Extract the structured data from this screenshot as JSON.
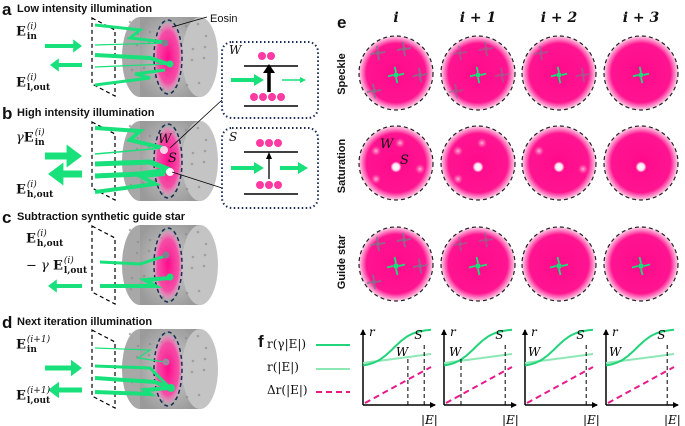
{
  "panels": {
    "a": {
      "letter": "a",
      "title": "Low intensity illumination",
      "in_label": {
        "base": "E",
        "sub": "in",
        "sup": "(i)",
        "prefix": ""
      },
      "out_label": {
        "base": "E",
        "sub": "l,out",
        "sup": "(i)",
        "prefix": ""
      },
      "annotation": "Eosin"
    },
    "b": {
      "letter": "b",
      "title": "High intensity illumination",
      "in_label": {
        "base": "E",
        "sub": "in",
        "sup": "(i)",
        "prefix": "γ"
      },
      "out_label": {
        "base": "E",
        "sub": "h,out",
        "sup": "(i)",
        "prefix": ""
      },
      "markers": [
        "W",
        "S"
      ]
    },
    "c": {
      "letter": "c",
      "title": "Subtraction synthetic guide star",
      "line1": {
        "base": "E",
        "sub": "h,out",
        "sup": "(i)",
        "prefix": ""
      },
      "line2": {
        "base": "E",
        "sub": "l,out",
        "sup": "(i)",
        "prefix": "− γ"
      }
    },
    "d": {
      "letter": "d",
      "title": "Next iteration illumination",
      "in_label": {
        "base": "E",
        "sub": "in",
        "sup": "(i+1)",
        "prefix": ""
      },
      "out_label": {
        "base": "E",
        "sub": "l,out",
        "sup": "(i+1)",
        "prefix": ""
      }
    },
    "inset_w": {
      "label": "W",
      "upper_dots": 2,
      "lower_dots": 4,
      "output_arrow": "thin"
    },
    "inset_s": {
      "label": "S",
      "upper_dots": 3,
      "lower_dots": 3,
      "output_arrow": "thick"
    },
    "e": {
      "letter": "e",
      "columns": [
        "i",
        "i + 1",
        "i + 2",
        "i + 3"
      ],
      "rows": [
        {
          "label": "Speckle",
          "grey_spots_per_col": [
            5,
            4,
            2,
            0
          ]
        },
        {
          "label": "Saturation",
          "weak_spots_per_col": [
            4,
            3,
            2,
            0
          ],
          "markers": [
            "W",
            "S"
          ]
        },
        {
          "label": "Guide star",
          "grey_spots_per_col": [
            4,
            2,
            0,
            0
          ]
        }
      ]
    },
    "f": {
      "letter": "f",
      "legend": [
        {
          "label": "r(γ|E|)",
          "style": "solid",
          "color": "#22d37a"
        },
        {
          "label": "r(|E|)",
          "style": "solid-light",
          "color": "#8ee8b5"
        },
        {
          "label": "Δr(|E|)",
          "style": "dashed",
          "color": "#e8198b"
        }
      ],
      "y_axis_label": "r",
      "x_axis_label": "|E|",
      "marker_w": "W",
      "marker_s": "S",
      "subplots": 4
    }
  },
  "colors": {
    "green": "#18e07a",
    "green_light": "#8ee8b5",
    "magenta": "#ff0a8c",
    "dashed_navy": "#1a2a55",
    "grey_spot": "#7a7a8a",
    "tissue": "#b8b8b8"
  }
}
